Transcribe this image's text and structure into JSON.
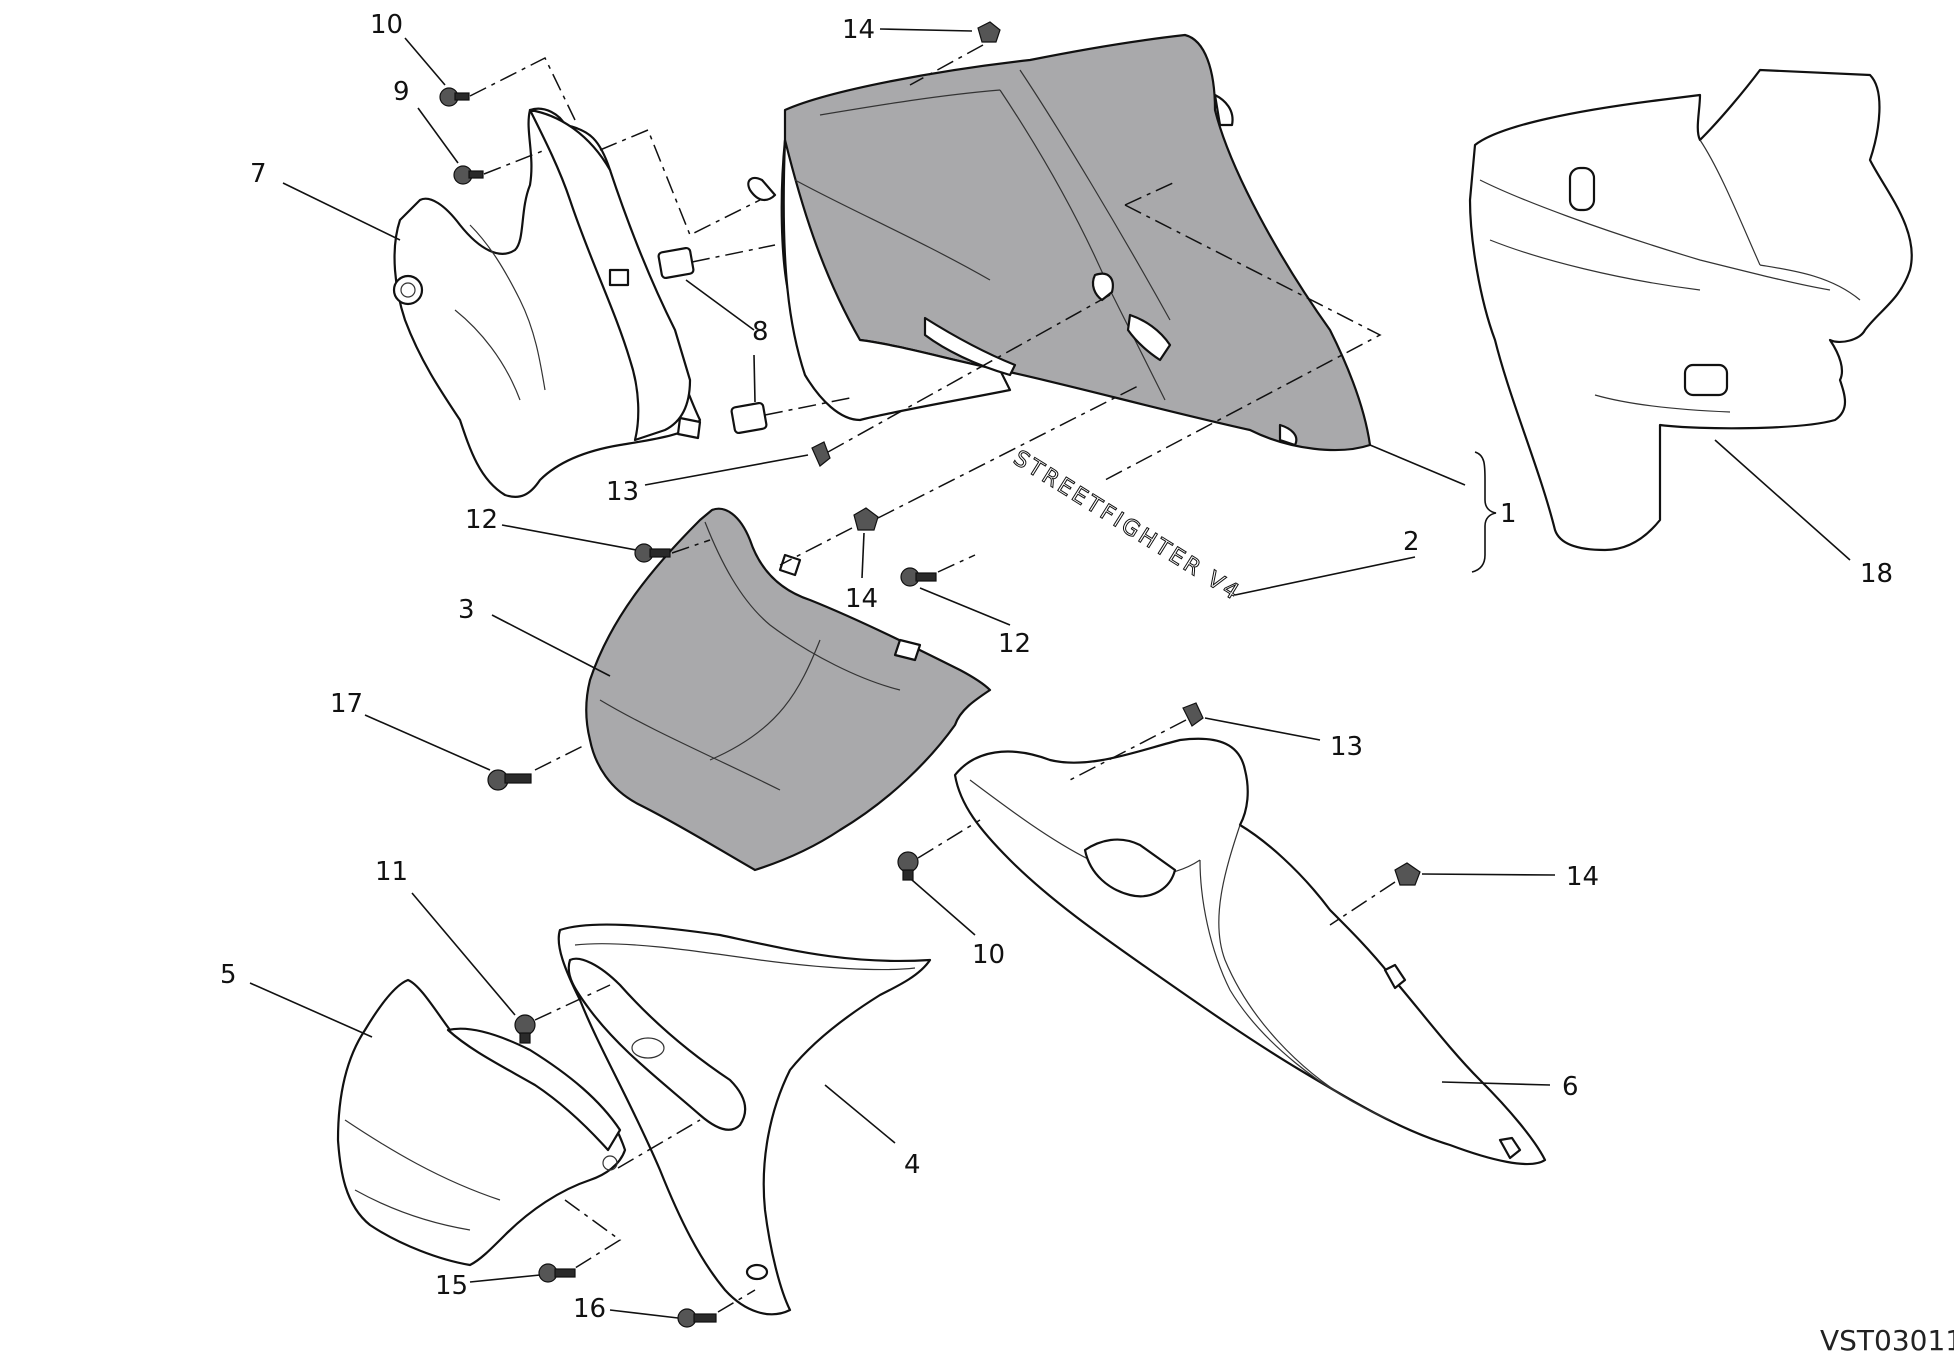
{
  "callouts": [
    {
      "id": "c10a",
      "label": "10"
    },
    {
      "id": "c9",
      "label": "9"
    },
    {
      "id": "c7",
      "label": "7"
    },
    {
      "id": "c14a",
      "label": "14"
    },
    {
      "id": "c8",
      "label": "8"
    },
    {
      "id": "c13a",
      "label": "13"
    },
    {
      "id": "c12a",
      "label": "12"
    },
    {
      "id": "c14b",
      "label": "14"
    },
    {
      "id": "c12b",
      "label": "12"
    },
    {
      "id": "c3",
      "label": "3"
    },
    {
      "id": "c17",
      "label": "17"
    },
    {
      "id": "c1",
      "label": "1"
    },
    {
      "id": "c2",
      "label": "2"
    },
    {
      "id": "c18",
      "label": "18"
    },
    {
      "id": "c13b",
      "label": "13"
    },
    {
      "id": "c14c",
      "label": "14"
    },
    {
      "id": "c10b",
      "label": "10"
    },
    {
      "id": "c11",
      "label": "11"
    },
    {
      "id": "c5",
      "label": "5"
    },
    {
      "id": "c4",
      "label": "4"
    },
    {
      "id": "c6",
      "label": "6"
    },
    {
      "id": "c15",
      "label": "15"
    },
    {
      "id": "c16",
      "label": "16"
    }
  ],
  "decal_text": "STREETFIGHTER V4",
  "drawing_code": "VST03011"
}
